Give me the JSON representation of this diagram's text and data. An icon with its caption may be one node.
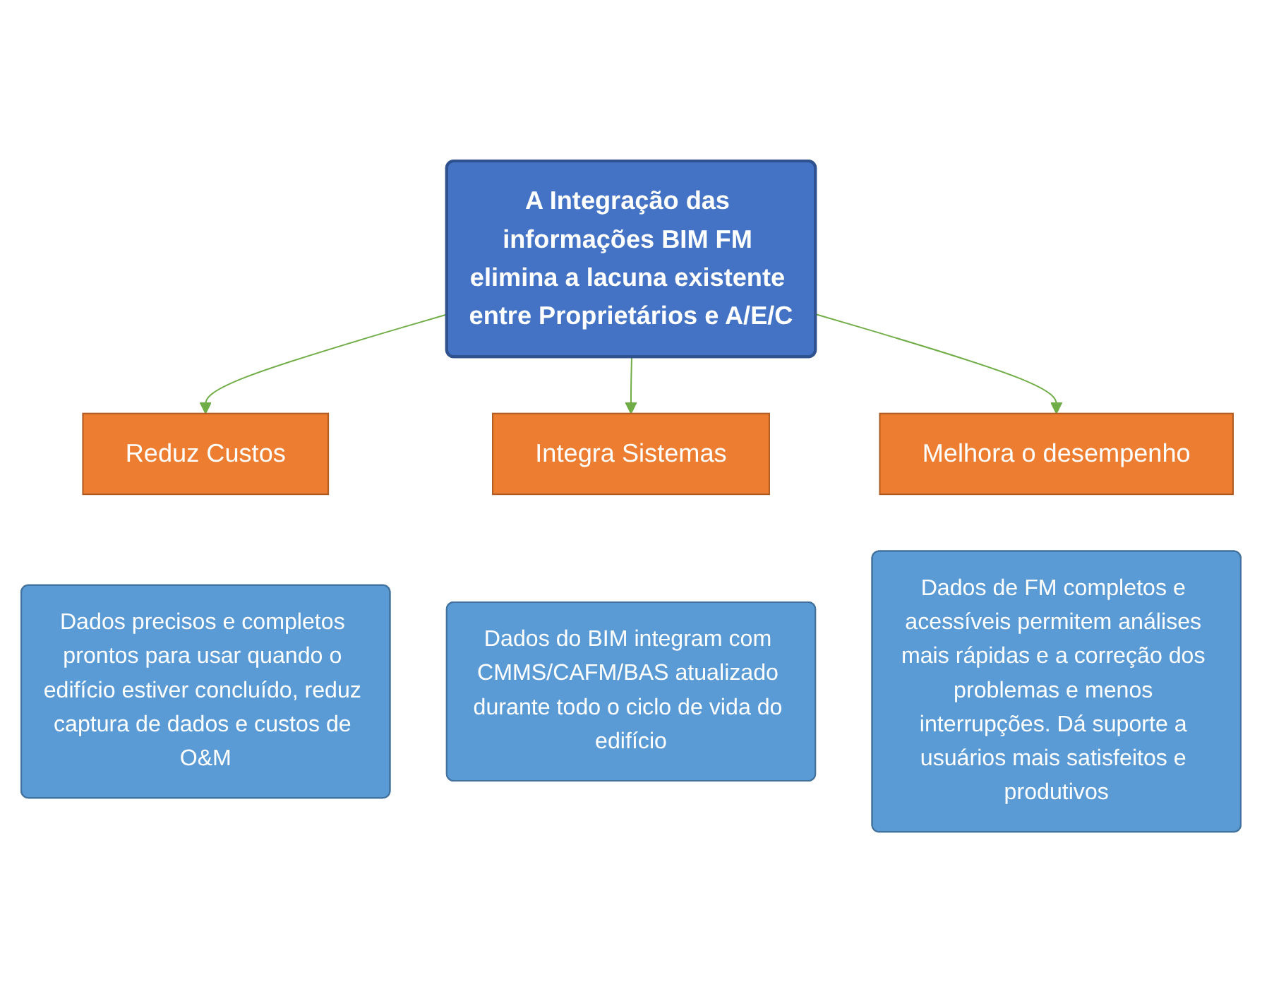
{
  "diagram": {
    "nodes": [
      {
        "text": [
          "A Integração das informações BIM FM elimina a lacuna existente entre Proprietários e A/E/C"
        ]
      },
      {
        "text": [
          "Reduz Custos"
        ]
      },
      {
        "text": [
          "Dados precisos e completos prontos para usar quando o edifício estiver concluído, reduz captura de dados e custos de O&M"
        ]
      },
      {
        "text": [
          "Integra Sistemas"
        ]
      },
      {
        "text": [
          "Dados do BIM integram com CMMS/CAFM/BAS atualizado durante todo o ciclo de vida do edifício"
        ]
      },
      {
        "text": [
          "Melhora o desempenho"
        ]
      },
      {
        "text": [
          "Dados de FM completos e acessíveis permitem análises mais rápidas e a correção dos problemas e menos interrupções. Dá suporte a usuários mais satisfeitos e produtivos"
        ]
      }
    ],
    "edges": [
      {
        "from": 0,
        "to": 1,
        "arrow": "to"
      },
      {
        "from": 0,
        "to": 3,
        "arrow": "to"
      },
      {
        "from": 0,
        "to": 5,
        "arrow": "to"
      }
    ]
  }
}
